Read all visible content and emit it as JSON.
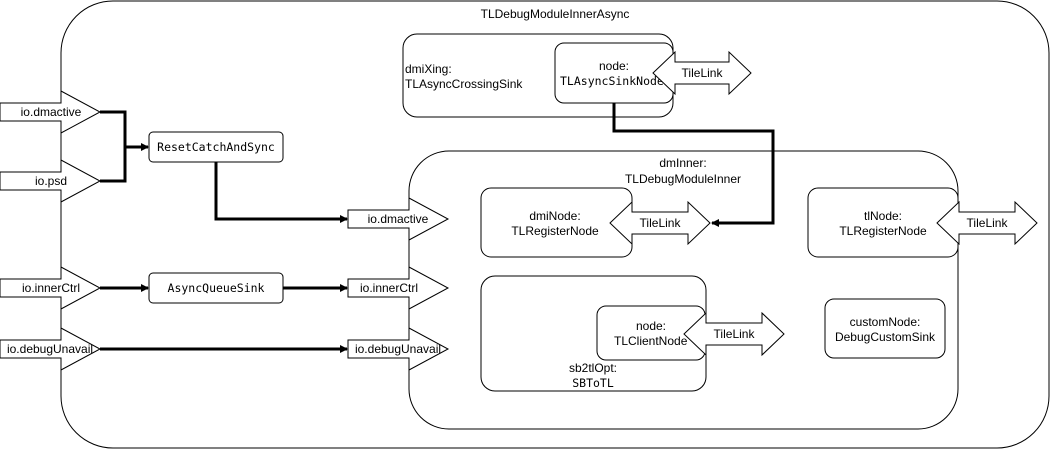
{
  "outer": {
    "title": "TLDebugModuleInnerAsync"
  },
  "ports": {
    "dmactive": "io.dmactive",
    "psd": "io.psd",
    "innerCtrl": "io.innerCtrl",
    "debugUnavail": "io.debugUnavail"
  },
  "blocks": {
    "reset_catch": "ResetCatchAndSync",
    "async_queue": "AsyncQueueSink"
  },
  "dmi_xing": {
    "label_1": "dmiXing:",
    "label_2": "TLAsyncCrossingSink",
    "node_1": "node:",
    "node_2": "TLAsyncSinkNode",
    "link": "TileLink"
  },
  "dm_inner": {
    "label_1": "dmInner:",
    "label_2": "TLDebugModuleInner",
    "ports": {
      "dmactive": "io.dmactive",
      "innerCtrl": "io.innerCtrl",
      "debugUnavail": "io.debugUnavail"
    },
    "dmi_node": {
      "line_1": "dmiNode:",
      "line_2": "TLRegisterNode",
      "link": "TileLink"
    },
    "tl_node": {
      "line_1": "tlNode:",
      "line_2": "TLRegisterNode",
      "link": "TileLink"
    },
    "sb2tl": {
      "line_1": "sb2tlOpt:",
      "line_2": "SBToTL",
      "node_1": "node:",
      "node_2": "TLClientNode",
      "link": "TileLink"
    },
    "custom_node": {
      "line_1": "customNode:",
      "line_2": "DebugCustomSink"
    }
  },
  "colors": {
    "stroke": "#000000",
    "fill": "#ffffff"
  }
}
